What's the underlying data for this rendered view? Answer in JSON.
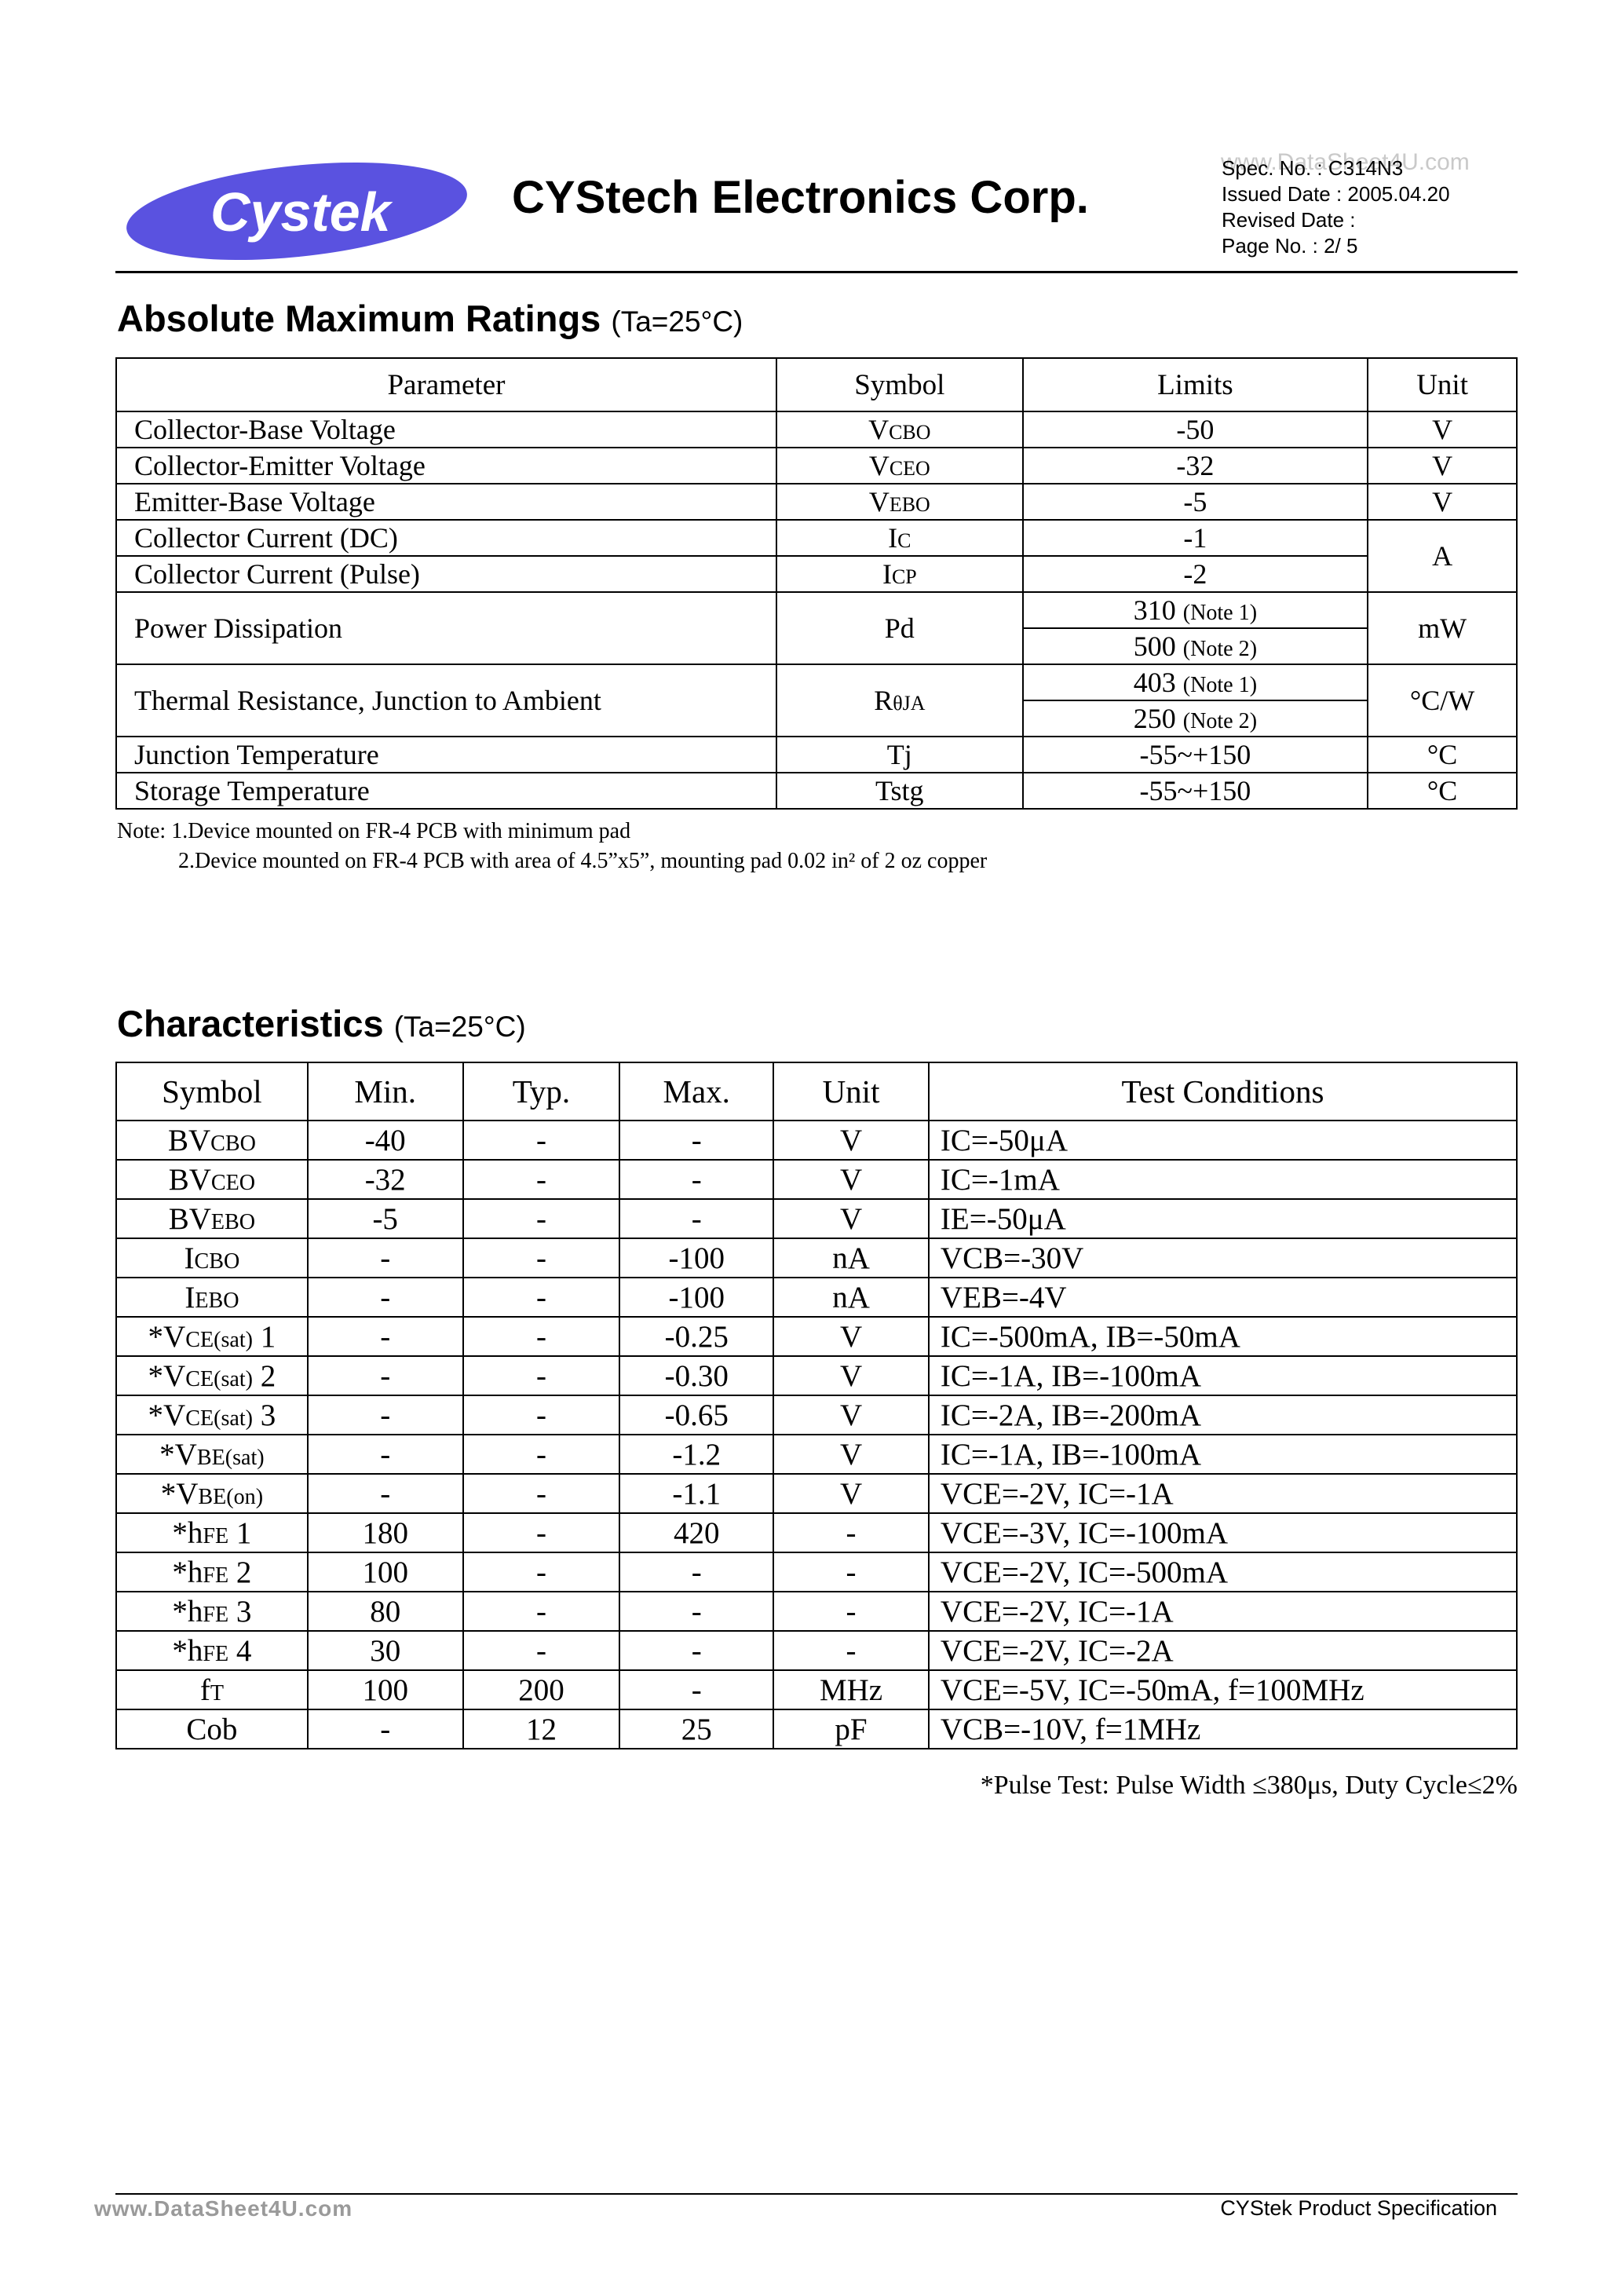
{
  "header": {
    "logo_text": "Cystek",
    "company": "CYStech Electronics Corp.",
    "watermark": "www.DataSheet4U.com",
    "spec_no": "Spec. No. : C314N3",
    "issued_date": "Issued Date : 2005.04.20",
    "revised_date": "Revised Date :",
    "page_no": "Page No. : 2/ 5"
  },
  "amr": {
    "title": "Absolute Maximum Ratings",
    "condition": "(Ta=25°C)",
    "headers": [
      "Parameter",
      "Symbol",
      "Limits",
      "Unit"
    ],
    "rows": {
      "vcbo": {
        "param": "Collector-Base Voltage",
        "sym_main": "V",
        "sym_sub": "CBO",
        "limit": "-50",
        "unit": "V"
      },
      "vceo": {
        "param": "Collector-Emitter Voltage",
        "sym_main": "V",
        "sym_sub": "CEO",
        "limit": "-32",
        "unit": "V"
      },
      "vebo": {
        "param": "Emitter-Base Voltage",
        "sym_main": "V",
        "sym_sub": "EBO",
        "limit": "-5",
        "unit": "V"
      },
      "ic": {
        "param": "Collector Current (DC)",
        "sym_main": "I",
        "sym_sub": "C",
        "limit": "-1"
      },
      "icp": {
        "param": "Collector Current (Pulse)",
        "sym_main": "I",
        "sym_sub": "CP",
        "limit": "-2"
      },
      "current_unit": "A",
      "pd": {
        "param": "Power Dissipation",
        "sym": "Pd",
        "limit1": "310",
        "note1": "(Note 1)",
        "limit2": "500",
        "note2": "(Note 2)",
        "unit": "mW"
      },
      "rth": {
        "param": "Thermal Resistance, Junction to Ambient",
        "sym_main": "R",
        "sym_sub": "θJA",
        "limit1": "403",
        "note1": "(Note 1)",
        "limit2": "250",
        "note2": "(Note 2)",
        "unit": "°C/W"
      },
      "tj": {
        "param": "Junction Temperature",
        "sym": "Tj",
        "limit": "-55~+150",
        "unit": "°C"
      },
      "tstg": {
        "param": "Storage Temperature",
        "sym": "Tstg",
        "limit": "-55~+150",
        "unit": "°C"
      }
    },
    "note1": "Note: 1.Device mounted on FR-4 PCB with minimum pad",
    "note2": "2.Device mounted on FR-4 PCB with area of 4.5”x5”, mounting pad 0.02 in² of 2 oz copper"
  },
  "chr": {
    "title": "Characteristics",
    "condition": "(Ta=25°C)",
    "headers": [
      "Symbol",
      "Min.",
      "Typ.",
      "Max.",
      "Unit",
      "Test Conditions"
    ],
    "rows": [
      {
        "pre": "BV",
        "sub": "CBO",
        "post": "",
        "min": "-40",
        "typ": "-",
        "max": "-",
        "unit": "V",
        "tc": "IC=-50μA"
      },
      {
        "pre": "BV",
        "sub": "CEO",
        "post": "",
        "min": "-32",
        "typ": "-",
        "max": "-",
        "unit": "V",
        "tc": "IC=-1mA"
      },
      {
        "pre": "BV",
        "sub": "EBO",
        "post": "",
        "min": "-5",
        "typ": "-",
        "max": "-",
        "unit": "V",
        "tc": "IE=-50μA"
      },
      {
        "pre": "I",
        "sub": "CBO",
        "post": "",
        "min": "-",
        "typ": "-",
        "max": "-100",
        "unit": "nA",
        "tc": "VCB=-30V"
      },
      {
        "pre": "I",
        "sub": "EBO",
        "post": "",
        "min": "-",
        "typ": "-",
        "max": "-100",
        "unit": "nA",
        "tc": "VEB=-4V"
      },
      {
        "pre": "*V",
        "sub": "CE(sat)",
        "post": " 1",
        "min": "-",
        "typ": "-",
        "max": "-0.25",
        "unit": "V",
        "tc": "IC=-500mA, IB=-50mA"
      },
      {
        "pre": "*V",
        "sub": "CE(sat)",
        "post": " 2",
        "min": "-",
        "typ": "-",
        "max": "-0.30",
        "unit": "V",
        "tc": "IC=-1A, IB=-100mA"
      },
      {
        "pre": "*V",
        "sub": "CE(sat)",
        "post": " 3",
        "min": "-",
        "typ": "-",
        "max": "-0.65",
        "unit": "V",
        "tc": "IC=-2A, IB=-200mA"
      },
      {
        "pre": "*V",
        "sub": "BE(sat)",
        "post": "",
        "min": "-",
        "typ": "-",
        "max": "-1.2",
        "unit": "V",
        "tc": "IC=-1A, IB=-100mA"
      },
      {
        "pre": "*V",
        "sub": "BE(on)",
        "post": "",
        "min": "-",
        "typ": "-",
        "max": "-1.1",
        "unit": "V",
        "tc": "VCE=-2V, IC=-1A"
      },
      {
        "pre": "*h",
        "sub": "FE",
        "post": " 1",
        "min": "180",
        "typ": "-",
        "max": "420",
        "unit": "-",
        "tc": "VCE=-3V, IC=-100mA"
      },
      {
        "pre": "*h",
        "sub": "FE",
        "post": " 2",
        "min": "100",
        "typ": "-",
        "max": "-",
        "unit": "-",
        "tc": "VCE=-2V, IC=-500mA"
      },
      {
        "pre": "*h",
        "sub": "FE",
        "post": " 3",
        "min": "80",
        "typ": "-",
        "max": "-",
        "unit": "-",
        "tc": "VCE=-2V, IC=-1A"
      },
      {
        "pre": "*h",
        "sub": "FE",
        "post": " 4",
        "min": "30",
        "typ": "-",
        "max": "-",
        "unit": "-",
        "tc": "VCE=-2V, IC=-2A"
      },
      {
        "pre": "f",
        "sub": "T",
        "post": "",
        "min": "100",
        "typ": "200",
        "max": "-",
        "unit": "MHz",
        "tc": "VCE=-5V, IC=-50mA, f=100MHz"
      },
      {
        "pre": "Cob",
        "sub": "",
        "post": "",
        "min": "-",
        "typ": "12",
        "max": "25",
        "unit": "pF",
        "tc": "VCB=-10V, f=1MHz"
      }
    ],
    "pulse_note": "*Pulse Test: Pulse Width ≤380μs, Duty Cycle≤2%"
  },
  "footer": {
    "left": "www.DataSheet4U.com",
    "right": "CYStek Product Specification"
  },
  "colors": {
    "logo_fill": "#5a52e0",
    "logo_text": "#ffffff",
    "watermark": "#c9c9c9"
  }
}
